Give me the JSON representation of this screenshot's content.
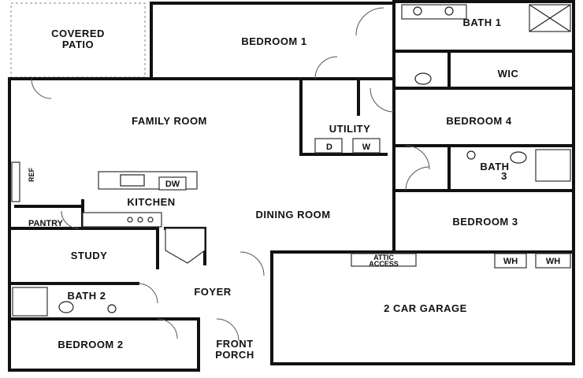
{
  "rooms": {
    "covered_patio_1": "COVERED",
    "covered_patio_2": "PATIO",
    "bedroom_1": "BEDROOM 1",
    "bath_1": "BATH 1",
    "wic": "WIC",
    "family_room": "FAMILY ROOM",
    "utility": "UTILITY",
    "bedroom_4": "BEDROOM 4",
    "bath_3_1": "BATH",
    "bath_3_2": "3",
    "kitchen": "KITCHEN",
    "dining_room": "DINING ROOM",
    "bedroom_3": "BEDROOM 3",
    "pantry": "PANTRY",
    "study": "STUDY",
    "bath_2": "BATH 2",
    "foyer": "FOYER",
    "garage": "2 CAR GARAGE",
    "bedroom_2": "BEDROOM 2",
    "front_porch_1": "FRONT",
    "front_porch_2": "PORCH"
  },
  "fixtures": {
    "ref": "REF",
    "dw": "DW",
    "washer": "W",
    "dryer": "D",
    "attic_1": "ATTIC",
    "attic_2": "ACCESS",
    "wh_1": "WH",
    "wh_2": "WH"
  }
}
